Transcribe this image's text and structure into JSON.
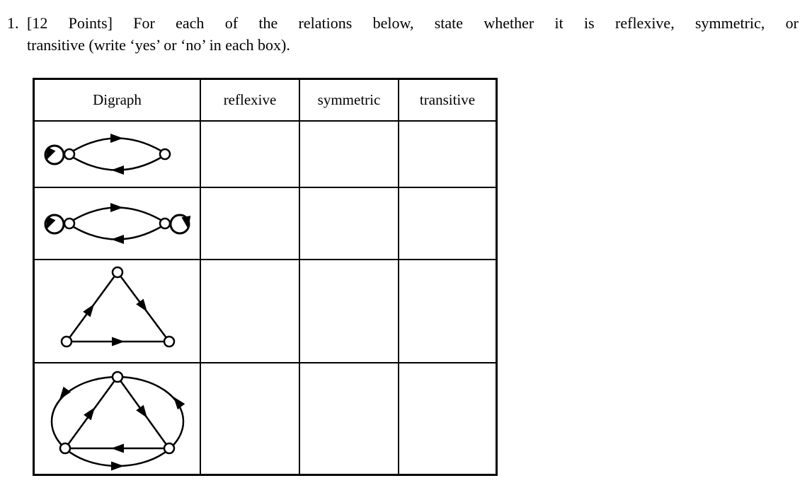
{
  "question": {
    "number": "1.",
    "line1": "[12 Points] For each of the relations below, state whether it is reflexive, symmetric, or",
    "line2": "transitive (write ‘yes’ or ‘no’ in each box)."
  },
  "table": {
    "headers": [
      "Digraph",
      "reflexive",
      "symmetric",
      "transitive"
    ],
    "rows": [
      {
        "digraph": {
          "nodes": [
            "a",
            "b"
          ],
          "edges": [
            "a→a",
            "a→b",
            "b→a"
          ],
          "description": "two nodes joined by arcs in both directions, self-loop on left node"
        },
        "answers": {
          "reflexive": "",
          "symmetric": "",
          "transitive": ""
        }
      },
      {
        "digraph": {
          "nodes": [
            "a",
            "b"
          ],
          "edges": [
            "a→a",
            "a→b",
            "b→a",
            "b→b"
          ],
          "description": "two nodes joined by arcs in both directions, self-loops on both nodes"
        },
        "answers": {
          "reflexive": "",
          "symmetric": "",
          "transitive": ""
        }
      },
      {
        "digraph": {
          "nodes": [
            "top",
            "left",
            "right"
          ],
          "edges": [
            "left→top",
            "top→right",
            "left→right"
          ],
          "description": "triangle of three nodes with arrows left-to-top, top-to-right, left-to-right"
        },
        "answers": {
          "reflexive": "",
          "symmetric": "",
          "transitive": ""
        }
      },
      {
        "digraph": {
          "nodes": [
            "top",
            "left",
            "right"
          ],
          "edges": [
            "left→top",
            "top→right",
            "right→left",
            "top→left",
            "right→top",
            "left→right"
          ],
          "description": "triangle of three nodes plus surrounding ellipse arcs giving both directions between every pair"
        },
        "answers": {
          "reflexive": "",
          "symmetric": "",
          "transitive": ""
        }
      }
    ]
  },
  "colors": {
    "ink": "#000000",
    "paper": "#ffffff"
  }
}
